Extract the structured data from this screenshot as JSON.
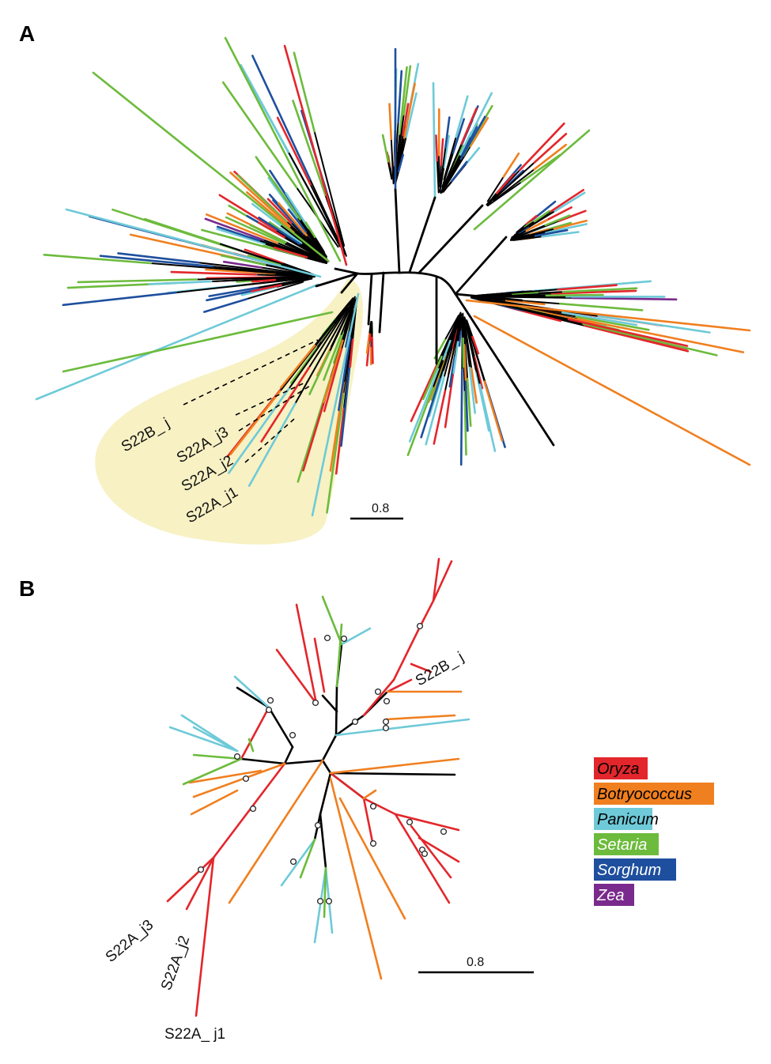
{
  "panels": {
    "a": {
      "letter": "A",
      "scale_label": "0.8",
      "labels": [
        "S22B_ j",
        "S22A_j3",
        "S22A_j2",
        "S22A_j1"
      ]
    },
    "b": {
      "letter": "B",
      "scale_label": "0.8",
      "labels": [
        "S22B_ j",
        "S22A_j3",
        "S22A_j2",
        "S22A_ j1"
      ]
    }
  },
  "legend": [
    {
      "name": "Oryza",
      "color": "#e3262b",
      "text_color": "#000000"
    },
    {
      "name": "Botryococcus",
      "color": "#f07f1f",
      "text_color": "#000000"
    },
    {
      "name": "Panicum",
      "color": "#6ecad8",
      "text_color": "#000000"
    },
    {
      "name": "Setaria",
      "color": "#6cbb3c",
      "text_color": "#ffffff"
    },
    {
      "name": "Sorghum",
      "color": "#1e4f9e",
      "text_color": "#ffffff"
    },
    {
      "name": "Zea",
      "color": "#7a2a8c",
      "text_color": "#ffffff"
    }
  ],
  "colors": {
    "backbone": "#000000",
    "highlight": "#f7f1c4"
  }
}
